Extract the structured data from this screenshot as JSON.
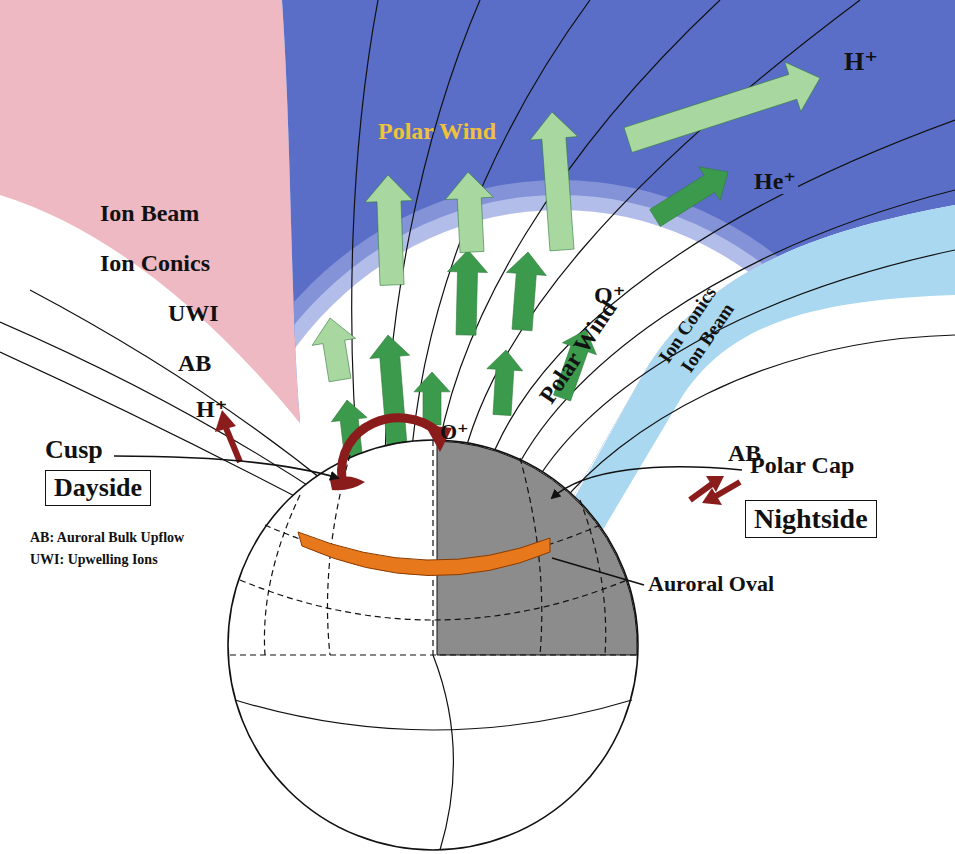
{
  "diagram": {
    "nodes": [
      {
        "text": [
          "Dayside"
        ]
      },
      {
        "text": [
          "Nightside"
        ]
      }
    ],
    "labels": [
      "Polar Wind",
      "Ion Beam",
      "Ion Conics",
      "UWI",
      "AB",
      "H⁺",
      "H⁺",
      "He⁺",
      "O⁺",
      "O⁺",
      "Polar Wind",
      "Ion Beam",
      "Ion Conics",
      "AB",
      "Cusp",
      "Polar Cap",
      "Auroral Oval",
      "AB: Auroral Bulk Upflow",
      "UWI: Upwelling Ions"
    ]
  }
}
